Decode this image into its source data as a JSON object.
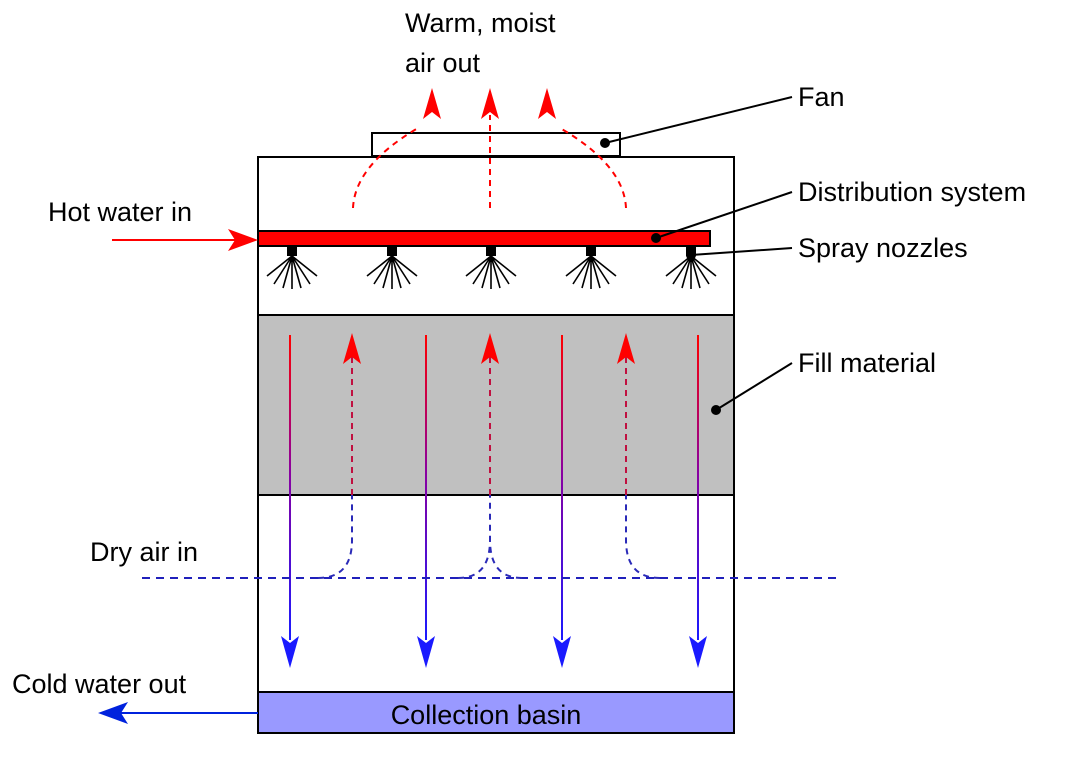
{
  "labels": {
    "air_out_line1": "Warm, moist",
    "air_out_line2": "air out",
    "fan": "Fan",
    "distribution_system": "Distribution system",
    "spray_nozzles": "Spray nozzles",
    "fill_material": "Fill material",
    "hot_water_in": "Hot water in",
    "dry_air_in": "Dry air in",
    "cold_water_out": "Cold water out",
    "collection_basin": "Collection basin"
  },
  "colors": {
    "hot": "#ff0000",
    "cold": "#0022dd",
    "fill": "#c0c0c0",
    "basin": "#9999ff",
    "distribution": "#ff0000",
    "outline": "#000000"
  }
}
